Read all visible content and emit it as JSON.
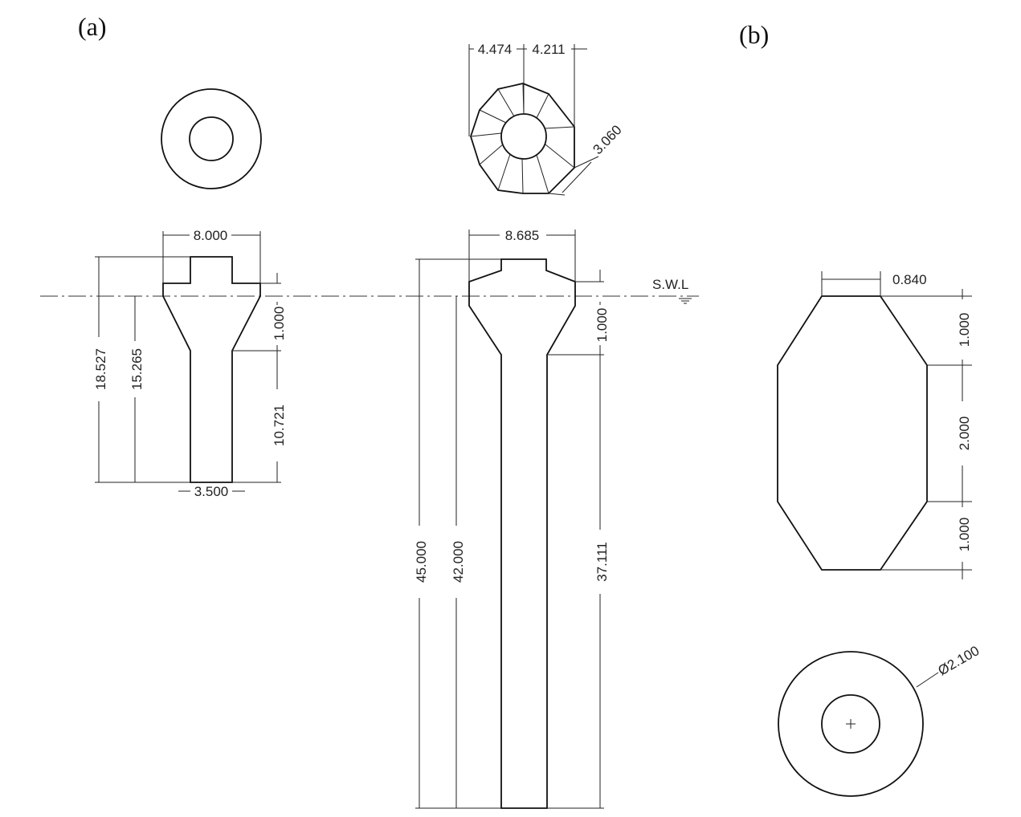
{
  "panels": {
    "a": "(a)",
    "b": "(b)"
  },
  "water_line": "S.W.L",
  "model_left": {
    "top_width": "8.000",
    "total_height": "18.527",
    "draft": "15.265",
    "cone_height": "1.000",
    "column_height": "10.721",
    "column_width": "3.500"
  },
  "model_right": {
    "polygon_half_a": "4.474",
    "polygon_half_b": "4.211",
    "polygon_side": "3.060",
    "top_width": "8.685",
    "total_height": "45.000",
    "draft": "42.000",
    "cone_height": "1.000",
    "column_height": "37.111"
  },
  "model_b": {
    "half_width": "0.840",
    "upper_cone": "1.000",
    "mid_section": "2.000",
    "lower_cone": "1.000",
    "diameter": "Ø2.100"
  }
}
